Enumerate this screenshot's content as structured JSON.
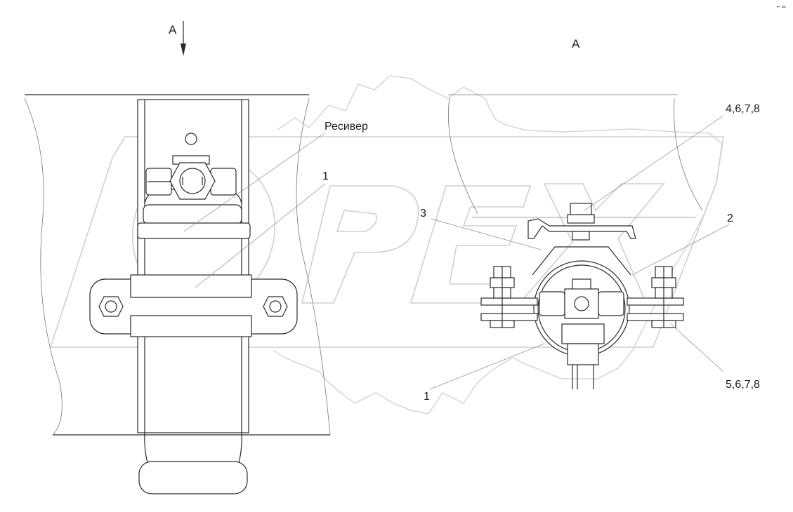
{
  "view_arrow_label": "А",
  "view_title": "А",
  "corner_mark": "⌐ ═",
  "labels": {
    "receiver": "Ресивер",
    "item_1_left": "1",
    "item_1_right": "1",
    "item_2": "2",
    "item_3": "3",
    "item_4678": "4,6,7,8",
    "item_5678": "5,6,7,8"
  },
  "watermark": {
    "text": "OPEX",
    "color": "#cfcfcf"
  },
  "colors": {
    "line": "#2a2a2a",
    "leader": "#888888",
    "watermark": "#cfcfcf"
  }
}
